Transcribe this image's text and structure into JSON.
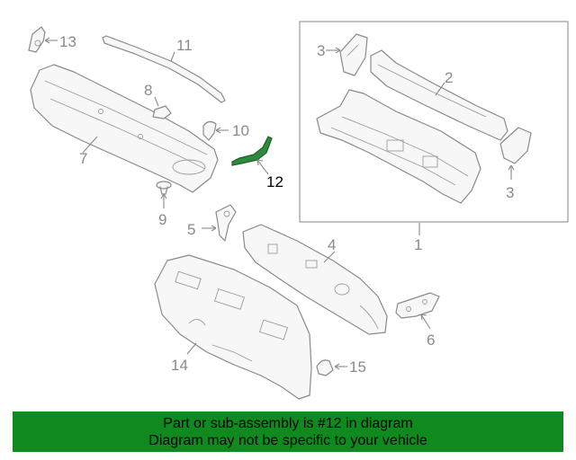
{
  "diagram": {
    "callouts": {
      "c1": "1",
      "c2": "2",
      "c3a": "3",
      "c3b": "3",
      "c4": "4",
      "c5": "5",
      "c6": "6",
      "c7": "7",
      "c8": "8",
      "c9": "9",
      "c10": "10",
      "c11": "11",
      "c12": "12",
      "c13": "13",
      "c14": "14",
      "c15": "15"
    },
    "highlighted_part": "12",
    "highlight_color": "#2e8b3e"
  },
  "banner": {
    "line1": "Part or sub-assembly is #12 in diagram",
    "line2": "Diagram may not be specific to your vehicle",
    "background": "#108a1f"
  }
}
